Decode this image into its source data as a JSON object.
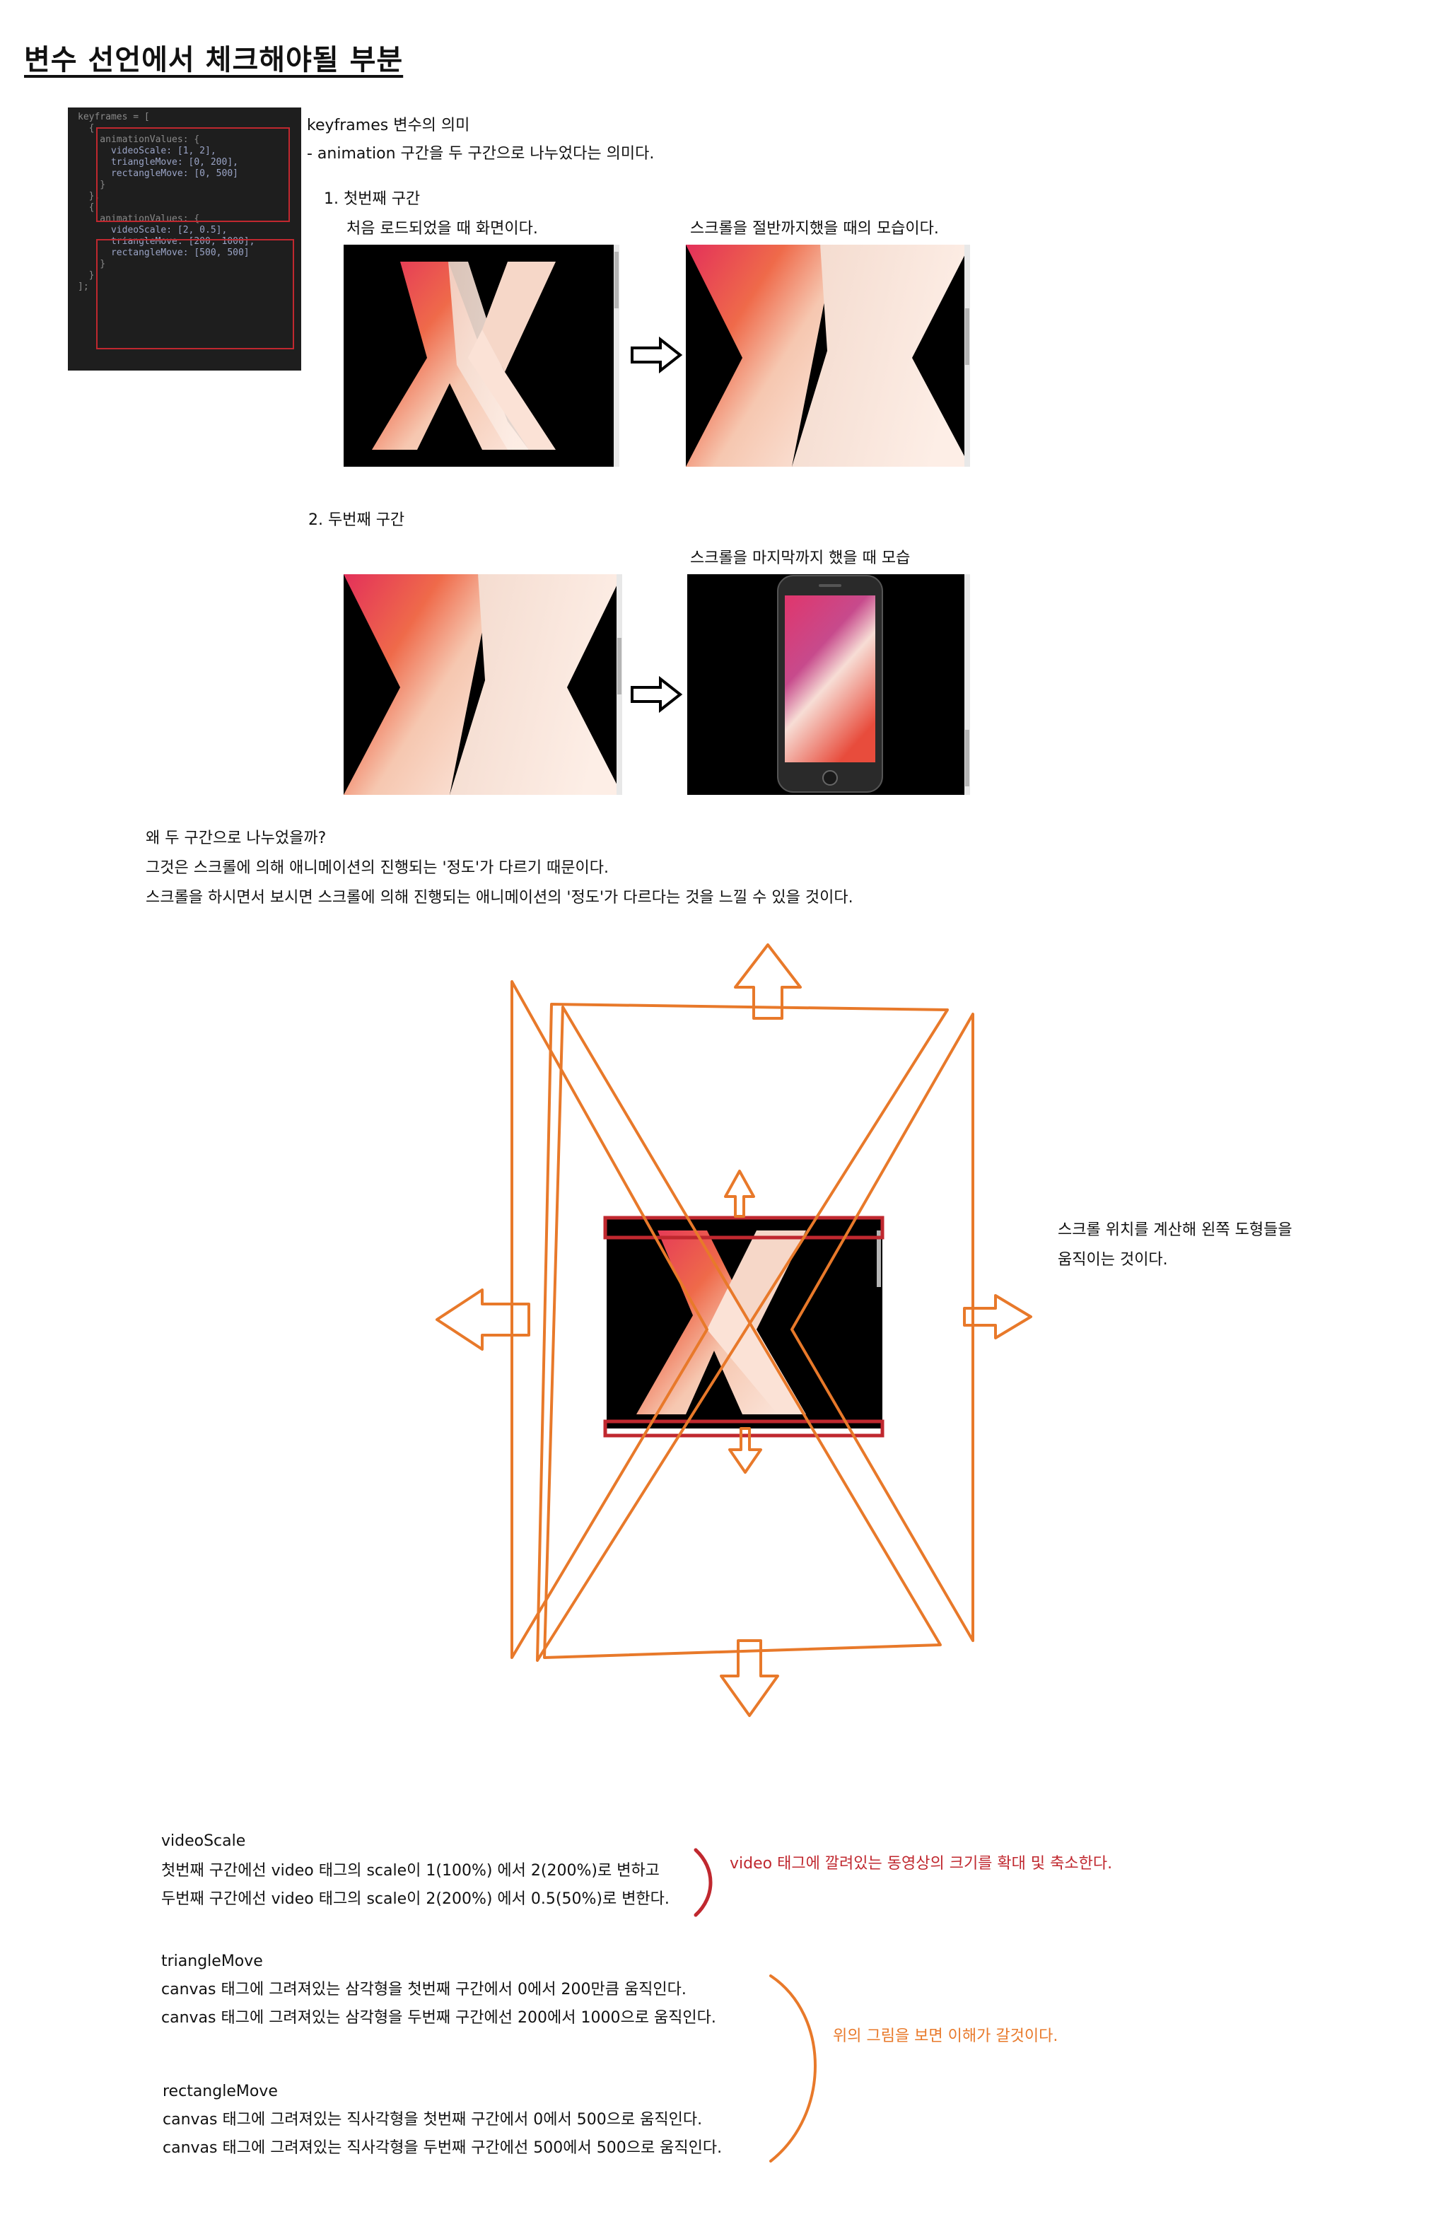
{
  "title": "변수 선언에서 체크해야될 부분",
  "code": {
    "lines": [
      "keyframes = [",
      "  {",
      "    animationValues: {",
      "      videoScale: [1, 2],",
      "      triangleMove: [0, 200],",
      "      rectangleMove: [0, 500]",
      "    }",
      "  },",
      "  {",
      "    animationValues: {",
      "      videoScale: [2, 0.5],",
      "      triangleMove: [200, 1000],",
      "      rectangleMove: [500, 500]",
      "    }",
      "  }",
      "];"
    ]
  },
  "intro": {
    "heading": "keyframes 변수의 의미",
    "desc": "- animation 구간을 두 구간으로 나누었다는 의미다."
  },
  "section1": {
    "label": "1. 첫번째 구간",
    "caption_left": "처음 로드되었을 때 화면이다.",
    "caption_right": "스크롤을 절반까지했을 때의 모습이다."
  },
  "section2": {
    "label": "2. 두번째 구간",
    "caption_right": "스크롤을 마지막까지 했을 때 모습"
  },
  "why": {
    "line1": "왜 두 구간으로 나누었을까?",
    "line2": "그것은 스크롤에 의해 애니메이션의 진행되는 '정도'가 다르기 때문이다.",
    "line3": "스크롤을 하시면서 보시면 스크롤에 의해 진행되는 애니메이션의 '정도'가 다르다는 것을 느낄 수 있을 것이다."
  },
  "diagram_note": {
    "line1": "스크롤 위치를 계산해 왼쪽 도형들을",
    "line2": "움직이는 것이다."
  },
  "videoScale": {
    "name": "videoScale",
    "line1": "첫번째 구간에선 video 태그의 scale이 1(100%) 에서 2(200%)로 변하고",
    "line2": "두번째 구간에선 video 태그의 scale이 2(200%) 에서 0.5(50%)로 변한다.",
    "note": "video 태그에 깔려있는 동영상의 크기를 확대 및 축소한다."
  },
  "triangleMove": {
    "name": "triangleMove",
    "line1": "canvas 태그에 그려져있는 삼각형을 첫번째 구간에서 0에서 200만큼 움직인다.",
    "line2": "canvas 태그에 그려져있는 삼각형을 두번째 구간에선 200에서 1000으로 움직인다."
  },
  "rectangleMove": {
    "name": "rectangleMove",
    "line1": "canvas 태그에 그려져있는 직사각형을 첫번째 구간에서 0에서 500으로 움직인다.",
    "line2": "canvas 태그에 그려져있는 직사각형을 두번째 구간에선 500에서 500으로 움직인다."
  },
  "move_note": "위의 그림을 보면 이해가 갈것이다.",
  "colors": {
    "accent_orange": "#e8792a",
    "accent_red": "#c0282f",
    "code_bg": "#1e1e1e"
  }
}
